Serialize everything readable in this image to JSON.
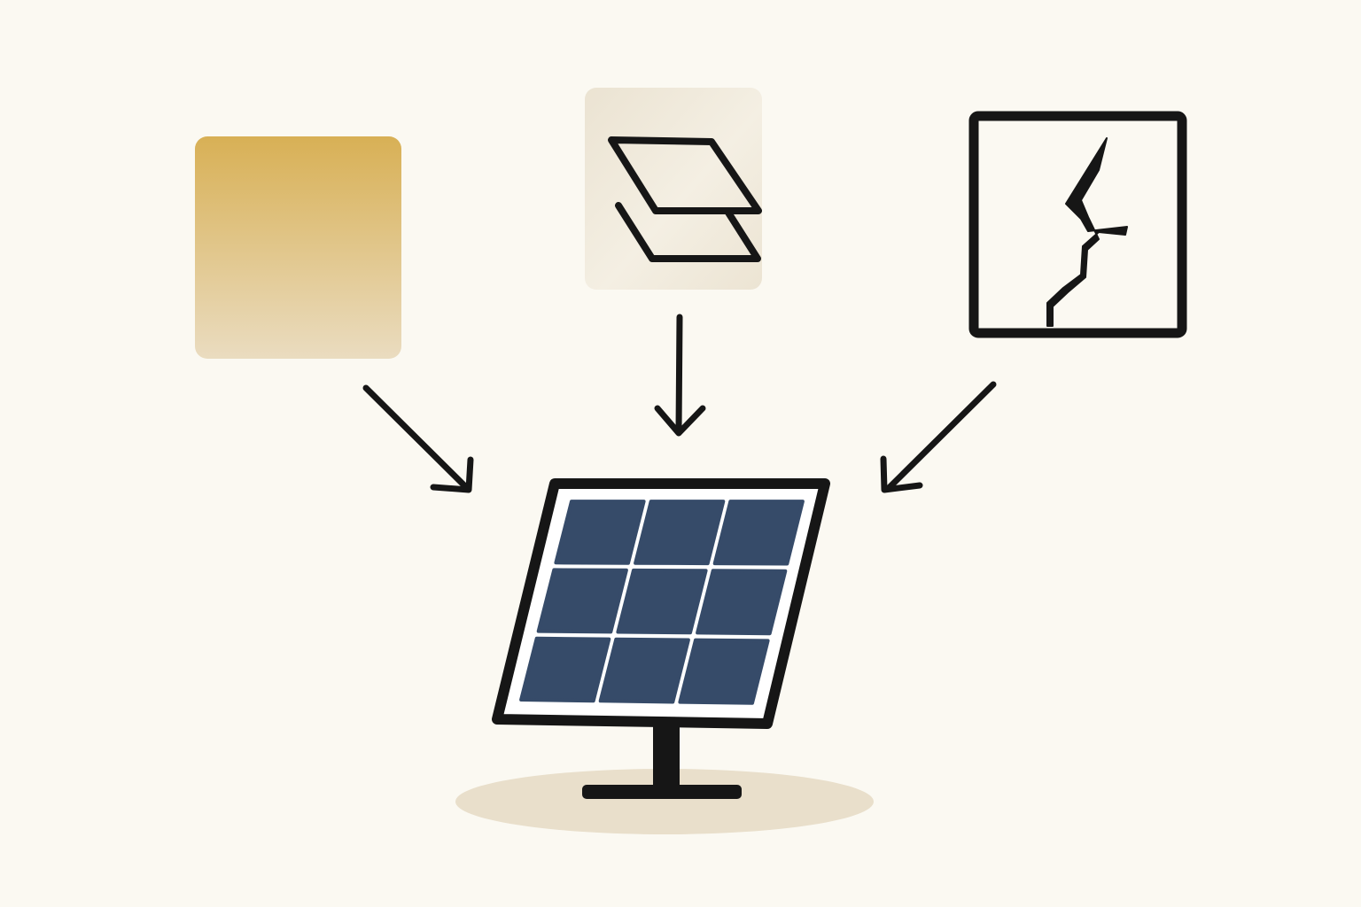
{
  "colors": {
    "background": "#fbf9f2",
    "stroke": "#161616",
    "dust_top": "#d8b055",
    "dust_bottom": "#eadcc0",
    "layers_tile": "#ebe3d2",
    "cell": "#364b69",
    "ground_shadow": "#e9dfcb",
    "panel_face": "#ffffff"
  },
  "nodes": [
    {
      "id": "dust-tile",
      "icon": "yellow-soiling-square-icon"
    },
    {
      "id": "delamination-tile",
      "icon": "layered-sheets-icon"
    },
    {
      "id": "crack-tile",
      "icon": "cracked-glass-icon"
    },
    {
      "id": "solar-panel",
      "icon": "solar-panel-icon"
    }
  ],
  "edges": [
    {
      "from": "dust-tile",
      "to": "solar-panel"
    },
    {
      "from": "delamination-tile",
      "to": "solar-panel"
    },
    {
      "from": "crack-tile",
      "to": "solar-panel"
    }
  ],
  "panel": {
    "rows": 3,
    "columns": 3
  }
}
